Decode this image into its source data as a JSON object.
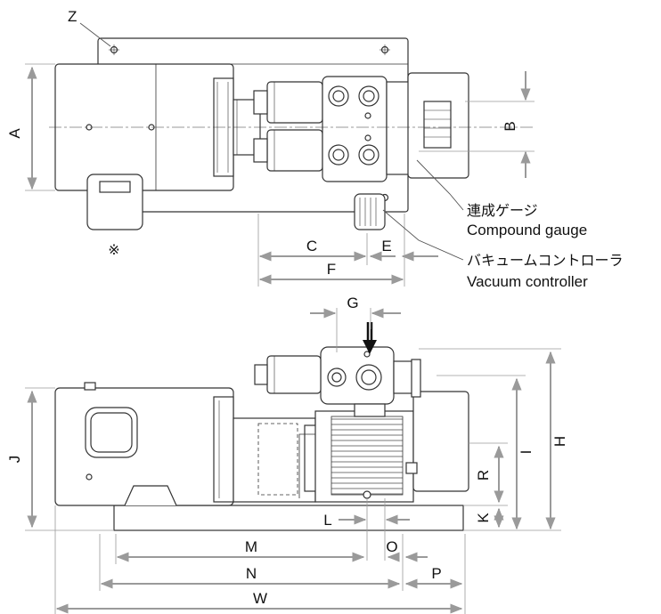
{
  "dimensions": {
    "A": "A",
    "B": "B",
    "C": "C",
    "E": "E",
    "F": "F",
    "G": "G",
    "H": "H",
    "I": "I",
    "J": "J",
    "K": "K",
    "L": "L",
    "M": "M",
    "N": "N",
    "O": "O",
    "P": "P",
    "R": "R",
    "W": "W",
    "Z": "Z"
  },
  "notes": {
    "asterisk": "※"
  },
  "callouts": {
    "compound_gauge_ja": "連成ゲージ",
    "compound_gauge_en": "Compound gauge",
    "vacuum_controller_ja": "バキュームコントローラ",
    "vacuum_controller_en": "Vacuum controller"
  },
  "colors": {
    "line": "#333333",
    "dimension_arrow": "#9a9a9a",
    "text": "#111111"
  }
}
